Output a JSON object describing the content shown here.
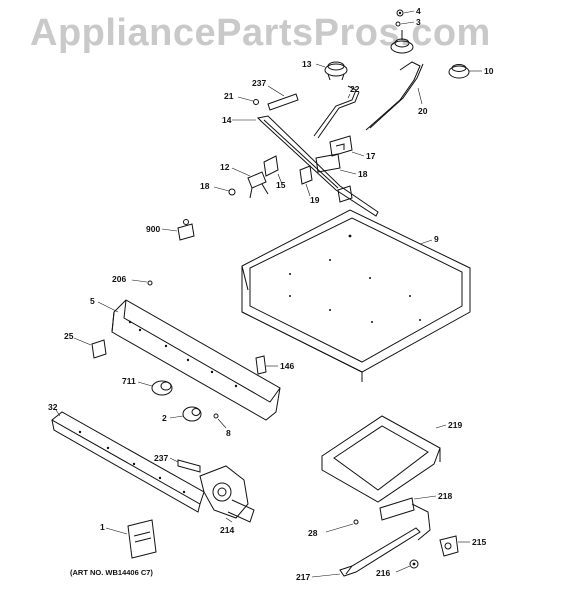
{
  "watermark": "AppliancePartsPros.com",
  "art_number": "(ART NO. WB14406 C7)",
  "labels": {
    "l4": "4",
    "l3": "3",
    "l13": "13",
    "l10": "10",
    "l237a": "237",
    "l22": "22",
    "l21": "21",
    "l20": "20",
    "l14": "14",
    "l17": "17",
    "l12": "12",
    "l18a": "18",
    "l15": "15",
    "l18b": "18",
    "l19": "19",
    "l900": "900",
    "l9": "9",
    "l206": "206",
    "l5": "5",
    "l25": "25",
    "l146": "146",
    "l711": "711",
    "l2": "2",
    "l8": "8",
    "l32": "32",
    "l219": "219",
    "l237b": "237",
    "l218": "218",
    "l1": "1",
    "l214": "214",
    "l28": "28",
    "l215": "215",
    "l217": "217",
    "l216": "216"
  }
}
